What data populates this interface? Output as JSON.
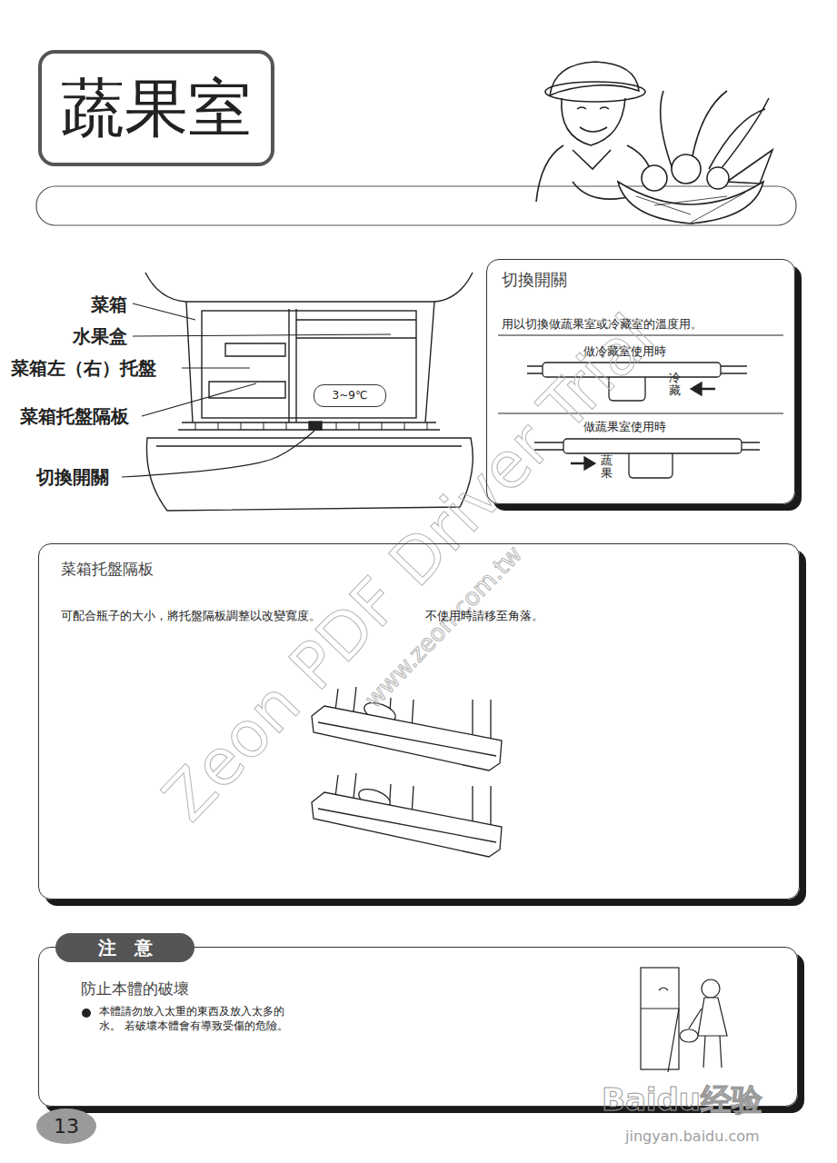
{
  "diagram": {
    "title": "蔬果室",
    "nodes": [
      {
        "text": [
          "3~9℃"
        ]
      },
      {
        "text": [
          "切換開關",
          "用以切換做蔬果室或冷藏室的溫度用。",
          "做冷藏室使用時",
          "冷藏",
          "做蔬果室使用時",
          "蔬果"
        ]
      },
      {
        "text": [
          "菜箱托盤隔板",
          "可配合瓶子的大小，將托盤隔板調整以改變寬度。",
          "不使用時請移至角落。"
        ]
      },
      {
        "text": [
          "注　意",
          "防止本體的破壞",
          "本體請勿放入太重的東西及放入太多的水。 若破壞本體會有導致受傷的危險。"
        ]
      },
      {
        "text": [
          "13"
        ]
      }
    ],
    "labels": [
      "菜箱",
      "水果盒",
      "菜箱左（右）托盤",
      "菜箱托盤隔板",
      "切換開關",
      "Zeon PDF Driver Trial",
      "www.zeon.com.tw",
      "Baidu经验",
      "jingyan.baidu.com"
    ]
  }
}
